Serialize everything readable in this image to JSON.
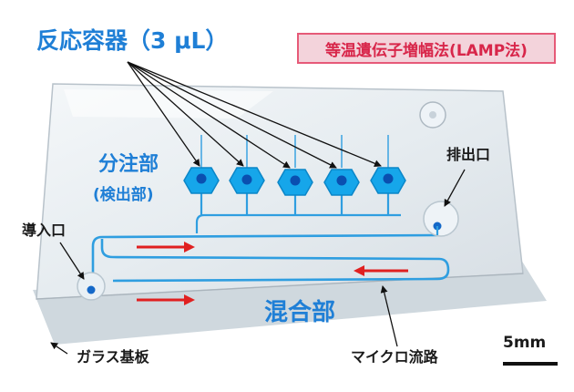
{
  "labels": {
    "reactor_title": "反応容器（3 μL）",
    "method_badge": "等温遺伝子増幅法(LAMP法)",
    "dispense": "分注部",
    "detect": "(検出部)",
    "outlet": "排出口",
    "inlet": "導入口",
    "mixing": "混合部",
    "glass_substrate": "ガラス基板",
    "microchannel": "マイクロ流路",
    "scale": "5mm"
  },
  "colors": {
    "label_blue": "#1f7fd6",
    "badge_fill": "#f3d3db",
    "badge_border": "#e65a78",
    "badge_text": "#d8264a",
    "channel": "#2f9ee0",
    "chamber": "#16a6ea",
    "arrow_red": "#e02020",
    "glass": "#dfe6ec"
  },
  "icons": {
    "flow_arrow": "red-right-arrow",
    "reservoir": "blue-dot-with-ring"
  }
}
